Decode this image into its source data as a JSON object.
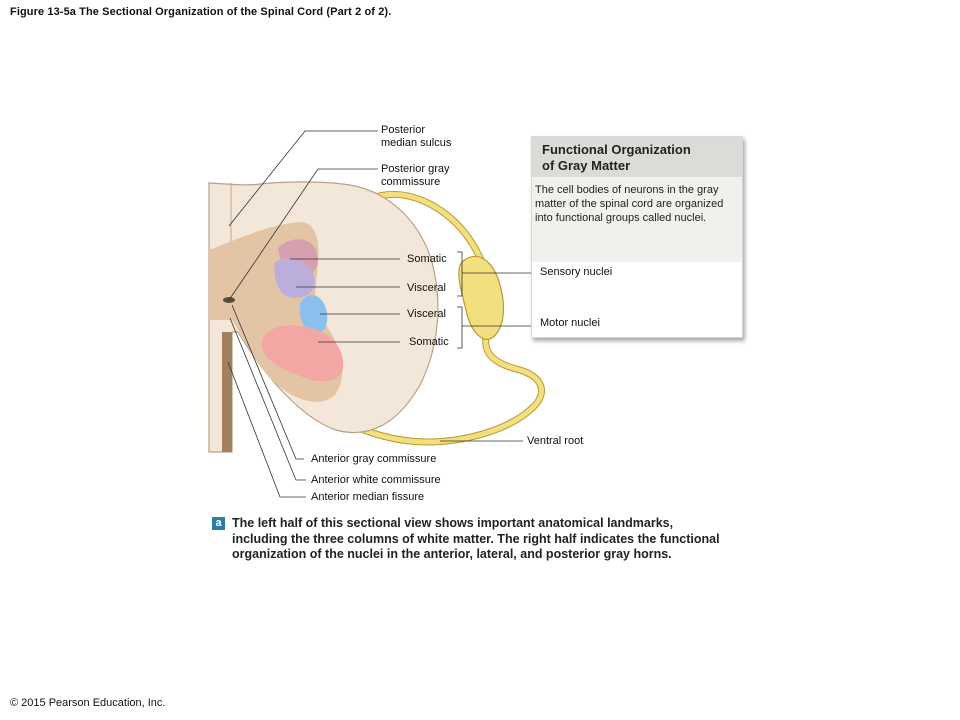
{
  "figure": {
    "title": "Figure 13-5a The Sectional Organization of the Spinal Cord (Part 2 of 2).",
    "copyright": "© 2015 Pearson Education, Inc."
  },
  "labels": {
    "posterior_median_sulcus": "Posterior\nmedian sulcus",
    "posterior_gray_commissure": "Posterior gray\ncommissure",
    "somatic_sensory": "Somatic",
    "visceral_sensory": "Visceral",
    "visceral_motor": "Visceral",
    "somatic_motor": "Somatic",
    "sensory_nuclei": "Sensory nuclei",
    "motor_nuclei": "Motor nuclei",
    "ventral_root": "Ventral root",
    "anterior_gray_commissure": "Anterior gray commissure",
    "anterior_white_commissure": "Anterior white commissure",
    "anterior_median_fissure": "Anterior median fissure"
  },
  "panel": {
    "heading": "Functional Organization\nof Gray Matter",
    "body": "The cell bodies of neurons in the gray matter of the spinal cord are organized into functional groups called nuclei."
  },
  "caption": {
    "badge": "a",
    "text": "The left half of this sectional view shows important anatomical landmarks, including the three columns of white matter. The right half indicates the functional organization of the nuclei in the anterior, lateral, and posterior gray horns."
  },
  "colors": {
    "white_matter": "#f2e7d8",
    "gray_matter": "#e3c4a4",
    "somatic_sensory": "#d7a0ae",
    "visceral_sensory": "#bcaedb",
    "visceral_motor": "#8cc0ec",
    "somatic_motor": "#f3a7a5",
    "nerve": "#f2df7e",
    "badge": "#2a7fa8"
  }
}
